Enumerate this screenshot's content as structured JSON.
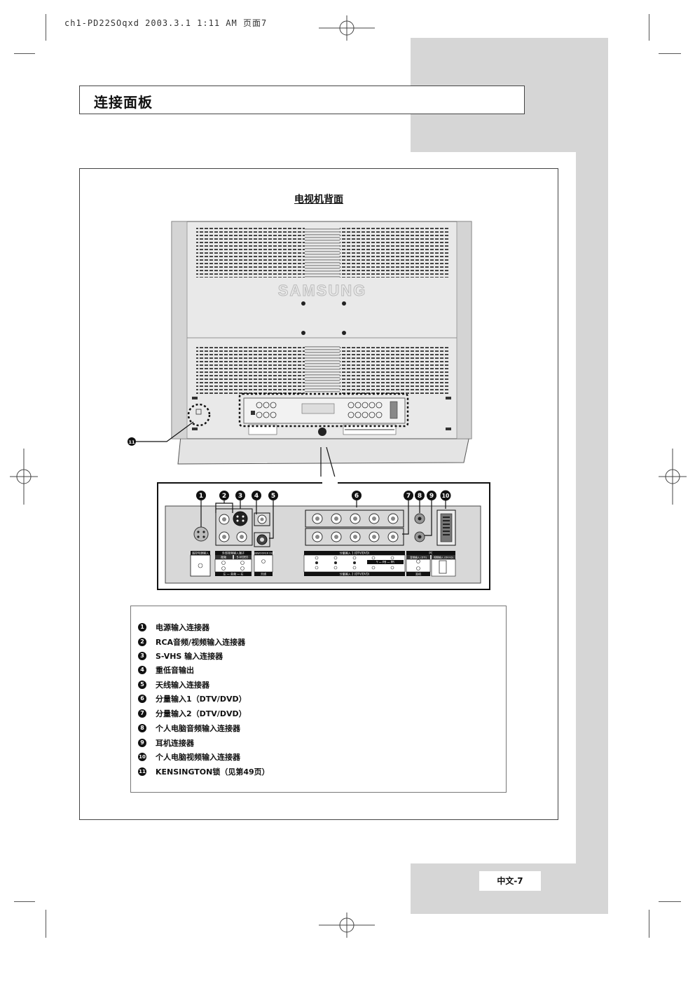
{
  "slug": "ch1-PD22SOqxd  2003.3.1 1:11 AM  页面7",
  "header": {
    "title": "连接面板"
  },
  "figure": {
    "title": "电视机背面",
    "brand": "SAMSUNG",
    "callouts": [
      "1",
      "2",
      "3",
      "4",
      "5",
      "6",
      "7",
      "8",
      "9",
      "10",
      "11"
    ],
    "panel_labels": {
      "power": "遥控电源输入",
      "av_in": "外部视频输入端子",
      "video": "视频",
      "svideo": "S-VIDEO",
      "subwoofer": "SUBWOOFER OUT",
      "antenna": "天线",
      "comp1": "分量输入 1 (DTV/DVD)",
      "comp2": "分量输入 2 (DTV/DVD)",
      "comp_mid": "Y  —  PB  —  PR",
      "audio": "左 — 音频 — 右",
      "pc": "PC",
      "pc_audio": "音频输入 (DTI)",
      "pc_video": "视频输入 (DVI-D)",
      "headphone": "耳机"
    }
  },
  "legend": [
    {
      "num": "1",
      "text": "电源输入连接器"
    },
    {
      "num": "2",
      "text": "RCA音频/视频输入连接器"
    },
    {
      "num": "3",
      "text": "S-VHS 输入连接器"
    },
    {
      "num": "4",
      "text": "重低音输出"
    },
    {
      "num": "5",
      "text": "天线输入连接器"
    },
    {
      "num": "6",
      "text": "分量输入1（DTV/DVD）"
    },
    {
      "num": "7",
      "text": "分量输入2（DTV/DVD）"
    },
    {
      "num": "8",
      "text": "个人电脑音频输入连接器"
    },
    {
      "num": "9",
      "text": "耳机连接器"
    },
    {
      "num": "10",
      "text": "个人电脑视频输入连接器"
    },
    {
      "num": "11",
      "text": "KENSINGTON锁（见第49页）"
    }
  ],
  "footer": {
    "page_label": "中文-7"
  }
}
